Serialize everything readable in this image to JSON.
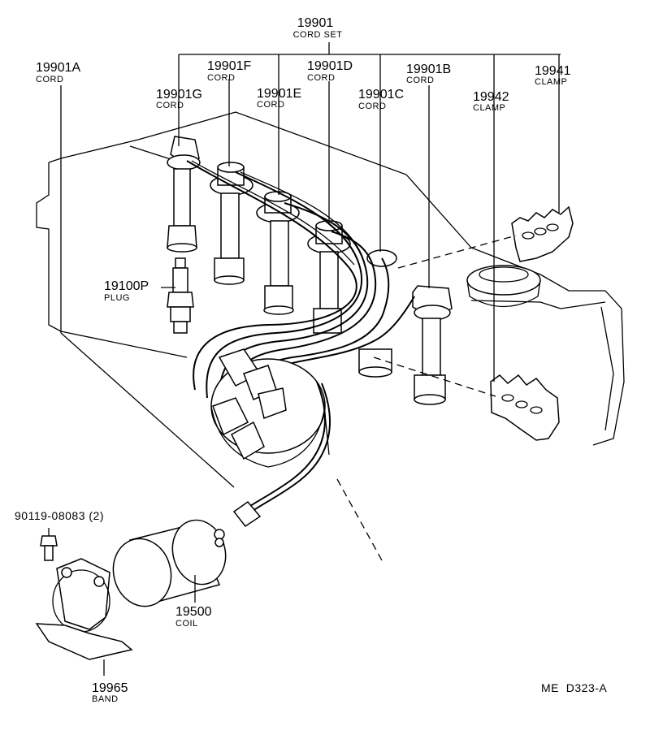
{
  "parts": {
    "cord_set": {
      "number": "19901",
      "name": "CORD SET"
    },
    "cord_a": {
      "number": "19901A",
      "name": "CORD"
    },
    "cord_b": {
      "number": "19901B",
      "name": "CORD"
    },
    "cord_c": {
      "number": "19901C",
      "name": "CORD"
    },
    "cord_d": {
      "number": "19901D",
      "name": "CORD"
    },
    "cord_e": {
      "number": "19901E",
      "name": "CORD"
    },
    "cord_f": {
      "number": "19901F",
      "name": "CORD"
    },
    "cord_g": {
      "number": "19901G",
      "name": "CORD"
    },
    "clamp_19941": {
      "number": "19941",
      "name": "CLAMP"
    },
    "clamp_19942": {
      "number": "19942",
      "name": "CLAMP"
    },
    "plug": {
      "number": "19100P",
      "name": "PLUG"
    },
    "bolt": {
      "number": "90119-08083 (2)"
    },
    "coil": {
      "number": "19500",
      "name": "COIL"
    },
    "band": {
      "number": "19965",
      "name": "BAND"
    }
  },
  "drawing_ref": "ME  D323-A"
}
